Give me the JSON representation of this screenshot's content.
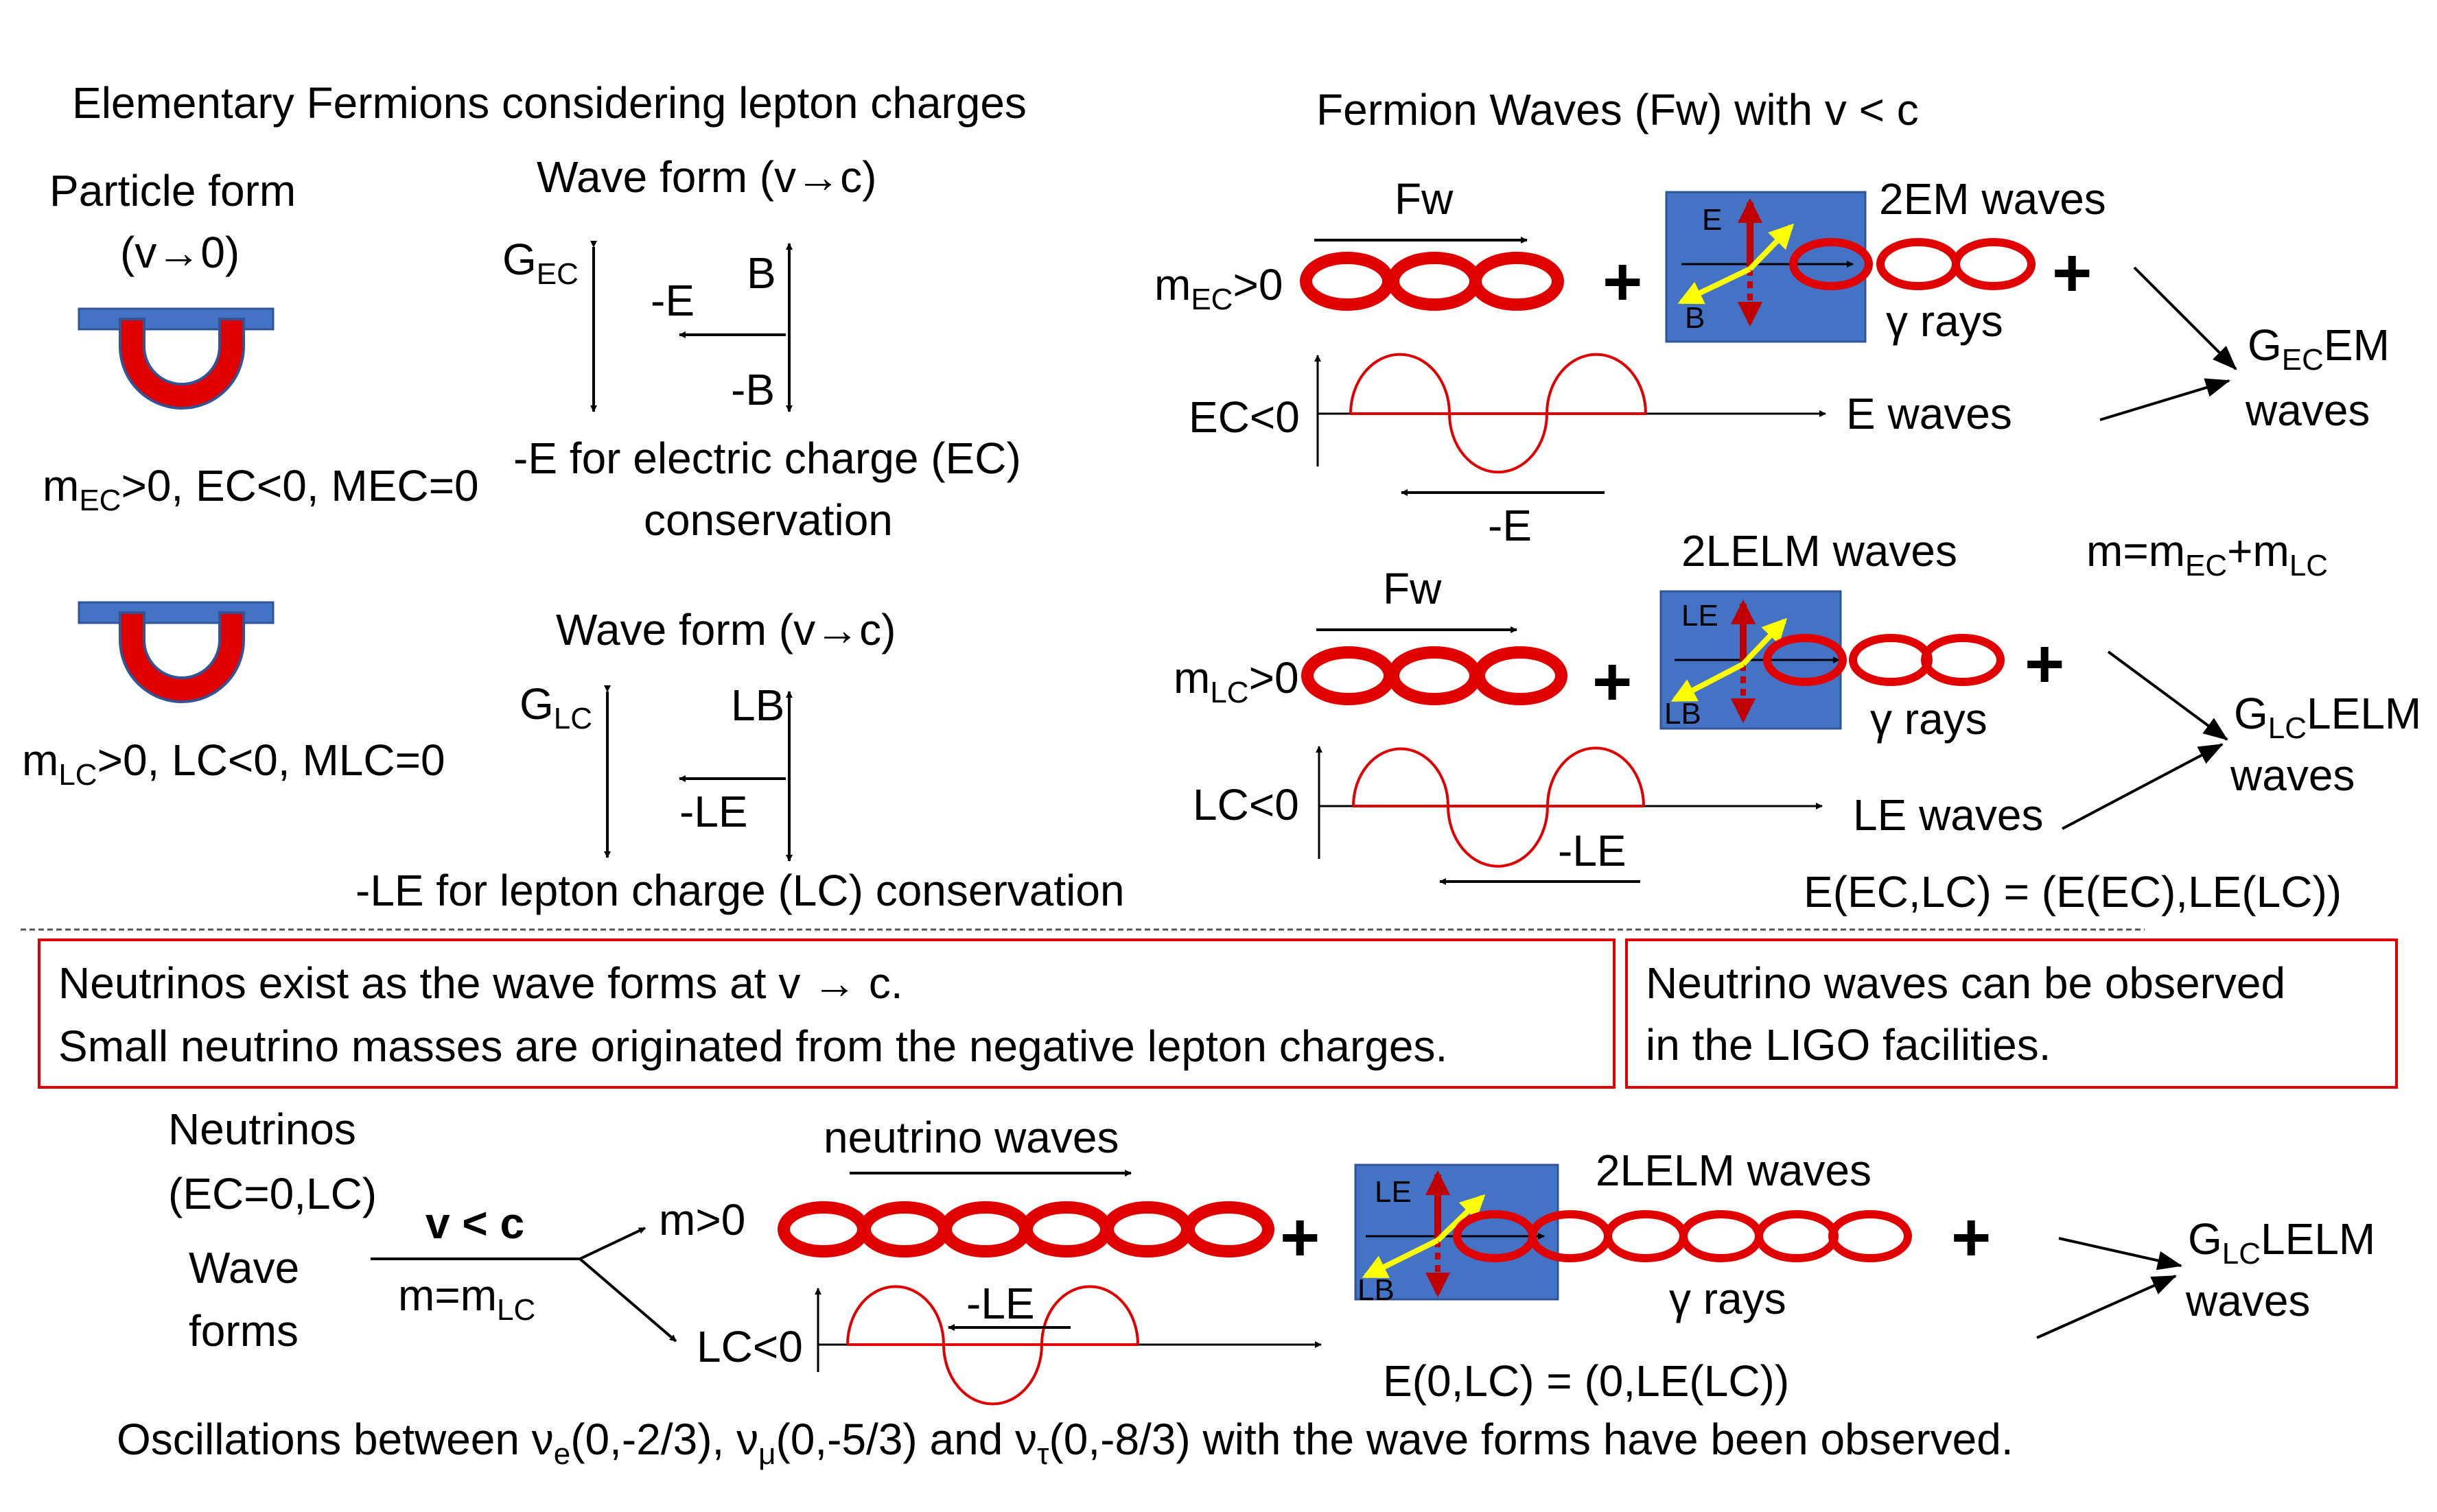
{
  "colors": {
    "red": "#e00000",
    "blue": "#4472c4",
    "blue_border": "#2f5597",
    "yellow": "#ffff00",
    "dark_red": "#c00000"
  },
  "left": {
    "title": "Elementary Fermions considering lepton charges",
    "particle_form_1": "Particle form",
    "particle_form_2": "(v→0)",
    "wave_form_1": "Wave form (v→c)",
    "wave_form_2": "Wave form (v→c)",
    "row1": {
      "g_base": "G",
      "g_sub": "EC",
      "b": "B",
      "neg_e": "-E",
      "neg_b": "-B",
      "desc_m": "m",
      "desc_sub": "EC",
      "desc_rest": ">0, EC<0, MEC=0",
      "note_1": "-E for electric charge (EC)",
      "note_2": "conservation"
    },
    "row2": {
      "g_base": "G",
      "g_sub": "LC",
      "lb": "LB",
      "neg_le": "-LE",
      "desc_m": "m",
      "desc_sub": "LC",
      "desc_rest": ">0, LC<0, MLC=0",
      "note": "-LE for lepton charge (LC) conservation"
    }
  },
  "right": {
    "title": "Fermion Waves (Fw) with v < c",
    "upper": {
      "fw": "Fw",
      "m_base": "m",
      "m_sub": "EC",
      "m_rest": ">0",
      "box_e": "E",
      "box_b": "B",
      "waves_label": "2EM waves",
      "gamma": "γ rays",
      "charge_label": "EC<0",
      "waves2": "E waves",
      "neg": "-E",
      "result_g": "G",
      "result_sub": "EC",
      "result_rest": "EM",
      "result_2": "waves",
      "plus": "+"
    },
    "lower": {
      "fw": "Fw",
      "waves_label": "2LELM waves",
      "mass_sum_a": "m=m",
      "mass_sum_sub1": "EC",
      "mass_sum_b": "+m",
      "mass_sum_sub2": "LC",
      "m_base": "m",
      "m_sub": "LC",
      "m_rest": ">0",
      "box_le": "LE",
      "box_lb": "LB",
      "gamma": "γ rays",
      "charge_label": "LC<0",
      "waves2": "LE waves",
      "neg": "-LE",
      "result_g": "G",
      "result_sub": "LC",
      "result_rest": "LELM",
      "result_2": "waves",
      "e_formula": "E(EC,LC) = (E(EC),LE(LC))",
      "plus": "+"
    }
  },
  "boxes": {
    "left_line_1": "Neutrinos exist as the wave forms at v → c.",
    "left_line_2": "Small neutrino masses are originated from the negative lepton charges.",
    "right_line_1": "Neutrino waves can be observed",
    "right_line_2": "in the LIGO facilities."
  },
  "bottom": {
    "neutrinos": "Neutrinos",
    "ec_lc": "(EC=0,LC)",
    "wave": "Wave",
    "forms": "forms",
    "v_lt_c": "v < c",
    "m_eq_a": "m=m",
    "m_eq_sub": "LC",
    "m_gt0": "m>0",
    "lc_lt0": "LC<0",
    "neutrino_waves": "neutrino waves",
    "neg_le": "-LE",
    "box_le": "LE",
    "box_lb": "LB",
    "waves_label": "2LELM waves",
    "gamma": "γ rays",
    "e_formula": "E(0,LC) = (0,LE(LC))",
    "result_g": "G",
    "result_sub": "LC",
    "result_rest": "LELM",
    "result_2": "waves",
    "plus": "+",
    "osc_a": "Oscillations between ν",
    "osc_e": "e",
    "osc_b": "(0,-2/3), ν",
    "osc_mu": "μ",
    "osc_c": "(0,-5/3) and ν",
    "osc_tau": "τ",
    "osc_d": "(0,-8/3) with the wave forms have been observed."
  }
}
